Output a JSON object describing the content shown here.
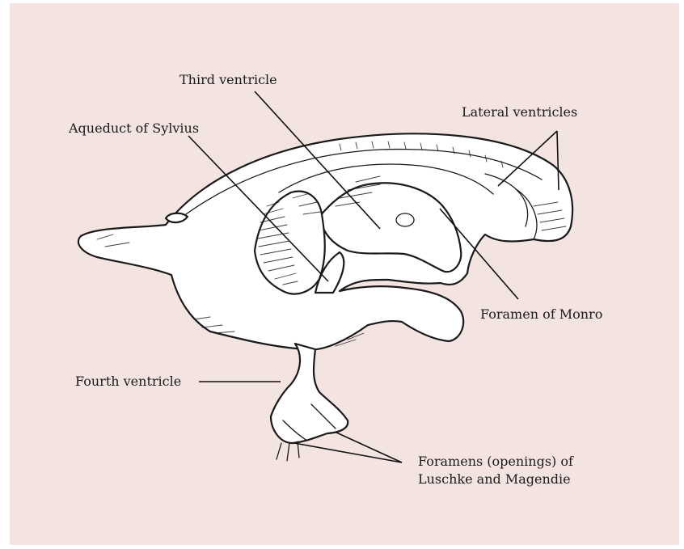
{
  "colors": {
    "panel_background": "#f3e4e2",
    "ink": "#1a1a1a",
    "structure_fill": "#ffffff"
  },
  "labels": {
    "third_ventricle": "Third ventricle",
    "lateral_ventricles": "Lateral ventricles",
    "aqueduct_of_sylvius": "Aqueduct of Sylvius",
    "foramen_of_monro": "Foramen of Monro",
    "fourth_ventricle": "Fourth ventricle",
    "foramens_line1": "Foramens (openings) of",
    "foramens_line2": "Luschke and Magendie"
  }
}
